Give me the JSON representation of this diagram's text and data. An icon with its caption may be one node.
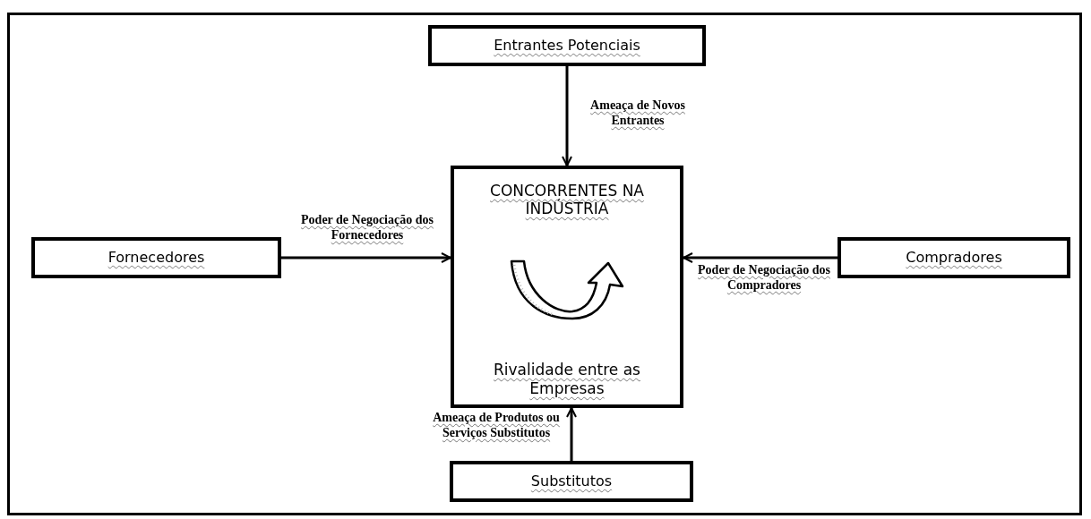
{
  "diagram": {
    "nodes": [
      {
        "text": [
          "Entrantes Potenciais"
        ]
      },
      {
        "text": [
          "CONCORRENTES NA INDÚSTRIA",
          "Rivalidade entre as Empresas"
        ]
      },
      {
        "text": [
          "Fornecedores"
        ]
      },
      {
        "text": [
          "Compradores"
        ]
      },
      {
        "text": [
          "Substitutos"
        ]
      }
    ],
    "edges": [
      {
        "from": 0,
        "to": 1,
        "arrow": "to",
        "label": "Ameaça de Novos Entrantes"
      },
      {
        "from": 2,
        "to": 1,
        "arrow": "to",
        "label": "Poder de Negociação dos Fornecedores"
      },
      {
        "from": 3,
        "to": 1,
        "arrow": "to",
        "label": "Poder de Negociação dos Compradores"
      },
      {
        "from": 4,
        "to": 1,
        "arrow": "to",
        "label": "Ameaça de Produtos ou Serviços Substitutos"
      }
    ]
  }
}
